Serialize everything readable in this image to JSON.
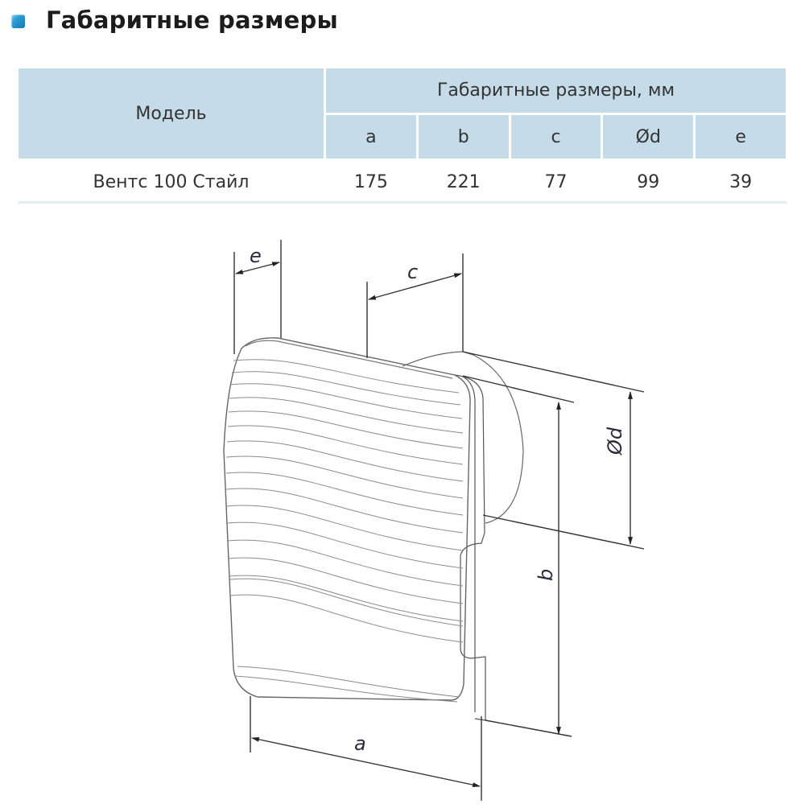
{
  "header": {
    "icon": "blue-square-bullet-icon",
    "title": "Габаритные размеры"
  },
  "table": {
    "model_header": "Модель",
    "group_header": "Габаритные размеры, мм",
    "columns": [
      "a",
      "b",
      "c",
      "Ød",
      "e"
    ],
    "rows": [
      {
        "model": "Вентс 100 Стайл",
        "values": [
          "175",
          "221",
          "77",
          "99",
          "39"
        ]
      }
    ]
  },
  "drawing": {
    "description": "Isometric line drawing of wall-mounted exhaust fan with dimension lines",
    "labels": {
      "a": "a",
      "b": "b",
      "c": "c",
      "d": "Ød",
      "e": "e"
    }
  },
  "colors": {
    "header_bg": "#c5dce8",
    "icon_blue": "#2a9fd6",
    "row_divider": "#e3edf3"
  }
}
